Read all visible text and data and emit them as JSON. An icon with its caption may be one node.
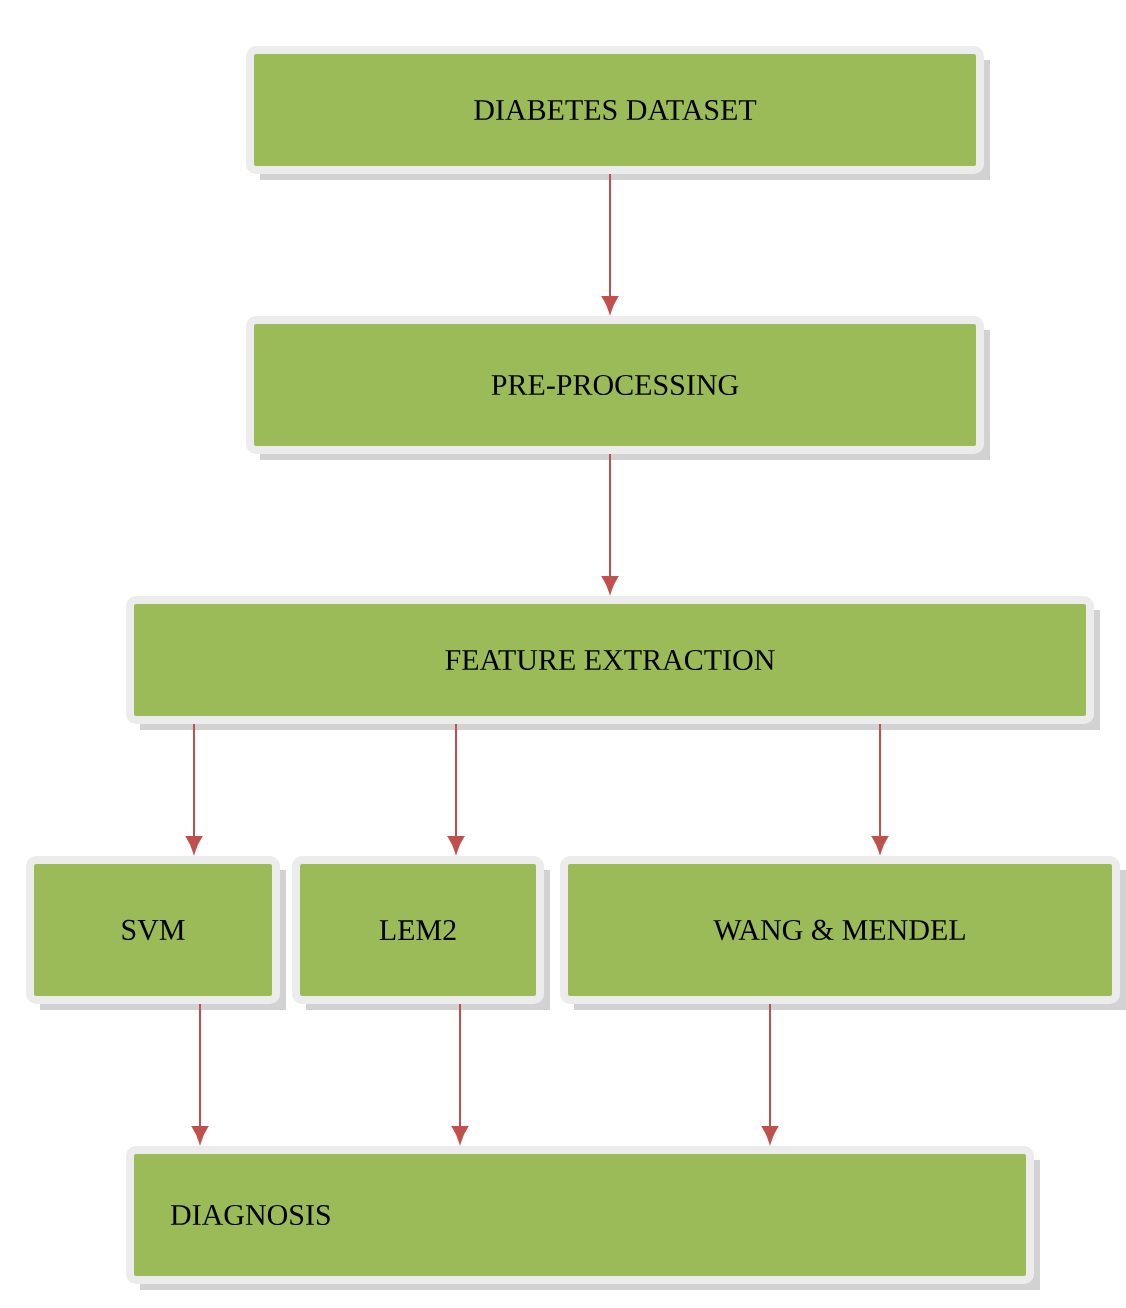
{
  "diagram": {
    "nodes": [
      {
        "text": [
          "DIABETES DATASET"
        ]
      },
      {
        "text": [
          "PRE-PROCESSING"
        ]
      },
      {
        "text": [
          "FEATURE EXTRACTION"
        ]
      },
      {
        "text": [
          "SVM"
        ]
      },
      {
        "text": [
          "LEM2"
        ]
      },
      {
        "text": [
          "WANG & MENDEL"
        ]
      },
      {
        "text": [
          "DIAGNOSIS"
        ]
      }
    ],
    "edges": [
      {
        "from": 0,
        "to": 1,
        "arrow": "to"
      },
      {
        "from": 1,
        "to": 2,
        "arrow": "to"
      },
      {
        "from": 2,
        "to": 3,
        "arrow": "to"
      },
      {
        "from": 2,
        "to": 4,
        "arrow": "to"
      },
      {
        "from": 2,
        "to": 5,
        "arrow": "to"
      },
      {
        "from": 3,
        "to": 6,
        "arrow": "to"
      },
      {
        "from": 4,
        "to": 6,
        "arrow": "to"
      },
      {
        "from": 5,
        "to": 6,
        "arrow": "to"
      }
    ]
  }
}
